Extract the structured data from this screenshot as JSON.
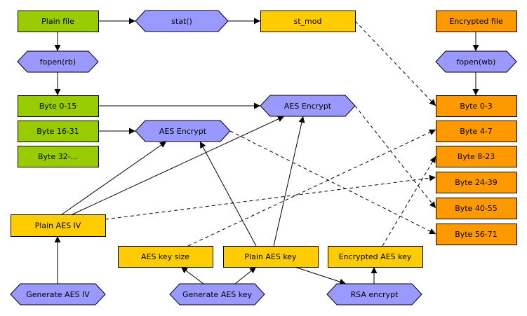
{
  "colors": {
    "plain": "#99cc00",
    "process": "#9999ff",
    "key": "#ffcc00",
    "encrypted": "#ff9900",
    "stroke": "#000000"
  },
  "nodes": {
    "plain_file": {
      "label": "Plain file",
      "kind": "plain"
    },
    "stat": {
      "label": "stat()",
      "kind": "process"
    },
    "st_mod": {
      "label": "st_mod",
      "kind": "key"
    },
    "encrypted_file": {
      "label": "Encrypted file",
      "kind": "encrypted"
    },
    "fopen_rb": {
      "label": "fopen(rb)",
      "kind": "process"
    },
    "fopen_wb": {
      "label": "fopen(wb)",
      "kind": "process"
    },
    "byte_0_15": {
      "label": "Byte 0-15",
      "kind": "plain"
    },
    "byte_16_31": {
      "label": "Byte 16-31",
      "kind": "plain"
    },
    "byte_32": {
      "label": "Byte 32-...",
      "kind": "plain"
    },
    "aes_encrypt_top": {
      "label": "AES Encrypt",
      "kind": "process"
    },
    "aes_encrypt_mid": {
      "label": "AES Encrypt",
      "kind": "process"
    },
    "out_byte_0_3": {
      "label": "Byte 0-3",
      "kind": "encrypted"
    },
    "out_byte_4_7": {
      "label": "Byte 4-7",
      "kind": "encrypted"
    },
    "out_byte_8_23": {
      "label": "Byte 8-23",
      "kind": "encrypted"
    },
    "out_byte_24_39": {
      "label": "Byte 24-39",
      "kind": "encrypted"
    },
    "out_byte_40_55": {
      "label": "Byte 40-55",
      "kind": "encrypted"
    },
    "out_byte_56_71": {
      "label": "Byte 56-71",
      "kind": "encrypted"
    },
    "plain_aes_iv": {
      "label": "Plain AES IV",
      "kind": "key"
    },
    "aes_key_size": {
      "label": "AES key size",
      "kind": "key"
    },
    "plain_aes_key": {
      "label": "Plain AES key",
      "kind": "key"
    },
    "encrypted_aes_key": {
      "label": "Encrypted AES key",
      "kind": "key"
    },
    "generate_aes_iv": {
      "label": "Generate AES IV",
      "kind": "process"
    },
    "generate_aes_key": {
      "label": "Generate AES key",
      "kind": "process"
    },
    "rsa_encrypt": {
      "label": "RSA encrypt",
      "kind": "process"
    }
  },
  "edges": [
    {
      "from": "plain_file",
      "to": "stat",
      "style": "solid"
    },
    {
      "from": "stat",
      "to": "st_mod",
      "style": "solid"
    },
    {
      "from": "plain_file",
      "to": "fopen_rb",
      "style": "solid"
    },
    {
      "from": "fopen_rb",
      "to": "byte_0_15",
      "style": "solid"
    },
    {
      "from": "encrypted_file",
      "to": "fopen_wb",
      "style": "solid"
    },
    {
      "from": "fopen_wb",
      "to": "out_byte_0_3",
      "style": "solid"
    },
    {
      "from": "byte_0_15",
      "to": "aes_encrypt_top",
      "style": "solid"
    },
    {
      "from": "byte_16_31",
      "to": "aes_encrypt_mid",
      "style": "solid"
    },
    {
      "from": "plain_aes_iv",
      "to": "aes_encrypt_mid",
      "style": "solid"
    },
    {
      "from": "plain_aes_iv",
      "to": "aes_encrypt_top",
      "style": "solid"
    },
    {
      "from": "plain_aes_key",
      "to": "aes_encrypt_mid",
      "style": "solid"
    },
    {
      "from": "plain_aes_key",
      "to": "aes_encrypt_top",
      "style": "solid"
    },
    {
      "from": "generate_aes_iv",
      "to": "plain_aes_iv",
      "style": "solid"
    },
    {
      "from": "generate_aes_key",
      "to": "aes_key_size",
      "style": "solid"
    },
    {
      "from": "generate_aes_key",
      "to": "plain_aes_key",
      "style": "solid"
    },
    {
      "from": "plain_aes_key",
      "to": "rsa_encrypt",
      "style": "solid"
    },
    {
      "from": "rsa_encrypt",
      "to": "encrypted_aes_key",
      "style": "solid"
    },
    {
      "from": "st_mod",
      "to": "out_byte_0_3",
      "style": "dashed"
    },
    {
      "from": "aes_key_size",
      "to": "out_byte_4_7",
      "style": "dashed"
    },
    {
      "from": "encrypted_aes_key",
      "to": "out_byte_8_23",
      "style": "dashed"
    },
    {
      "from": "plain_aes_iv",
      "to": "out_byte_24_39",
      "style": "dashed"
    },
    {
      "from": "aes_encrypt_top",
      "to": "out_byte_40_55",
      "style": "dashed"
    },
    {
      "from": "aes_encrypt_mid",
      "to": "out_byte_56_71",
      "style": "dashed"
    }
  ]
}
